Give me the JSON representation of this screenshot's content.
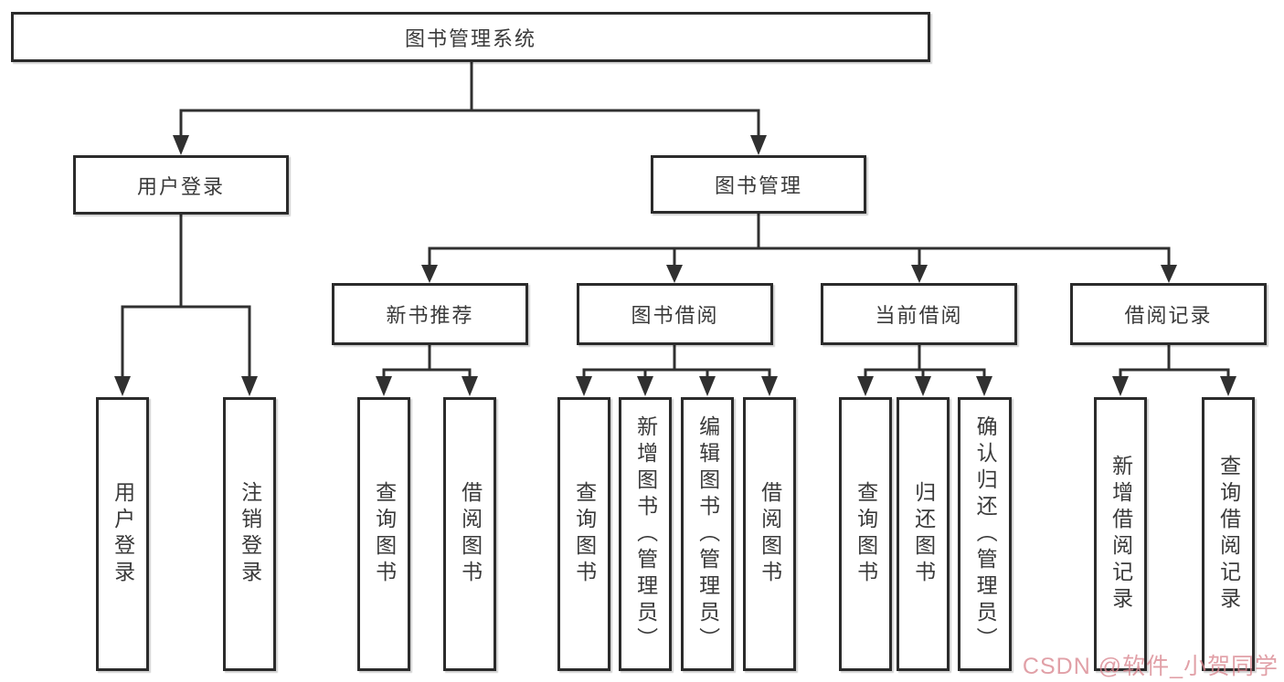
{
  "diagram": {
    "type": "tree",
    "tree": {
      "root": {
        "label": "图书管理系统"
      },
      "branches": [
        {
          "label": "用户登录",
          "children": [
            {
              "label": "用户登录"
            },
            {
              "label": "注销登录"
            }
          ]
        },
        {
          "label": "图书管理",
          "children": [
            {
              "label": "新书推荐",
              "children": [
                {
                  "label": "查询图书"
                },
                {
                  "label": "借阅图书"
                }
              ]
            },
            {
              "label": "图书借阅",
              "children": [
                {
                  "label": "查询图书"
                },
                {
                  "label": "新增图书（管理员）"
                },
                {
                  "label": "编辑图书（管理员）"
                },
                {
                  "label": "借阅图书"
                }
              ]
            },
            {
              "label": "当前借阅",
              "children": [
                {
                  "label": "查询图书"
                },
                {
                  "label": "归还图书"
                },
                {
                  "label": "确认归还（管理员）"
                }
              ]
            },
            {
              "label": "借阅记录",
              "children": [
                {
                  "label": "新增借阅记录"
                },
                {
                  "label": "查询借阅记录"
                }
              ]
            }
          ]
        }
      ]
    }
  },
  "watermark": {
    "text": "CSDN @软件_小贺同学",
    "color": "#d9868f"
  },
  "colors": {
    "background": "#ffffff",
    "box_fill": "#ffffff",
    "box_border": "#2b2b2b",
    "line": "#303030",
    "text": "#3a3a3a"
  }
}
